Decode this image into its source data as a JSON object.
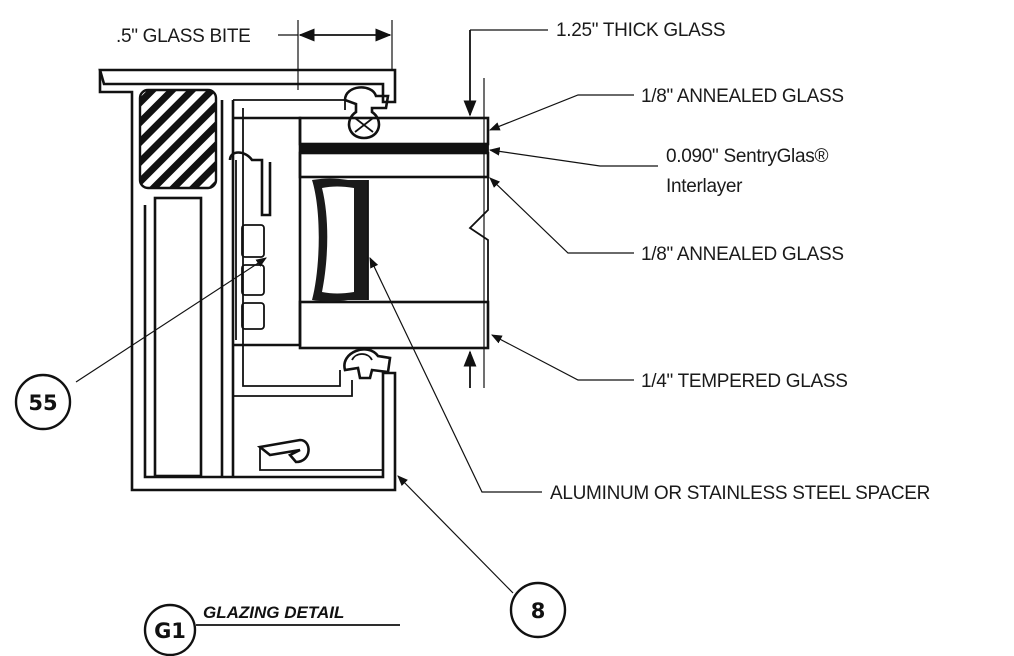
{
  "callouts": {
    "glass_bite": ".5\" GLASS BITE",
    "thick_glass": "1.25\" THICK GLASS",
    "annealed_top": "1/8\" ANNEALED GLASS",
    "interlayer_line1": "0.090\" SentryGlas®",
    "interlayer_line2": "Interlayer",
    "annealed_bottom": "1/8\" ANNEALED GLASS",
    "tempered": "1/4\" TEMPERED GLASS",
    "spacer": "ALUMINUM OR STAINLESS STEEL SPACER"
  },
  "bubbles": {
    "part_55": "55",
    "part_8": "8",
    "detail_id": "G1"
  },
  "detail_title": "GLAZING DETAIL"
}
